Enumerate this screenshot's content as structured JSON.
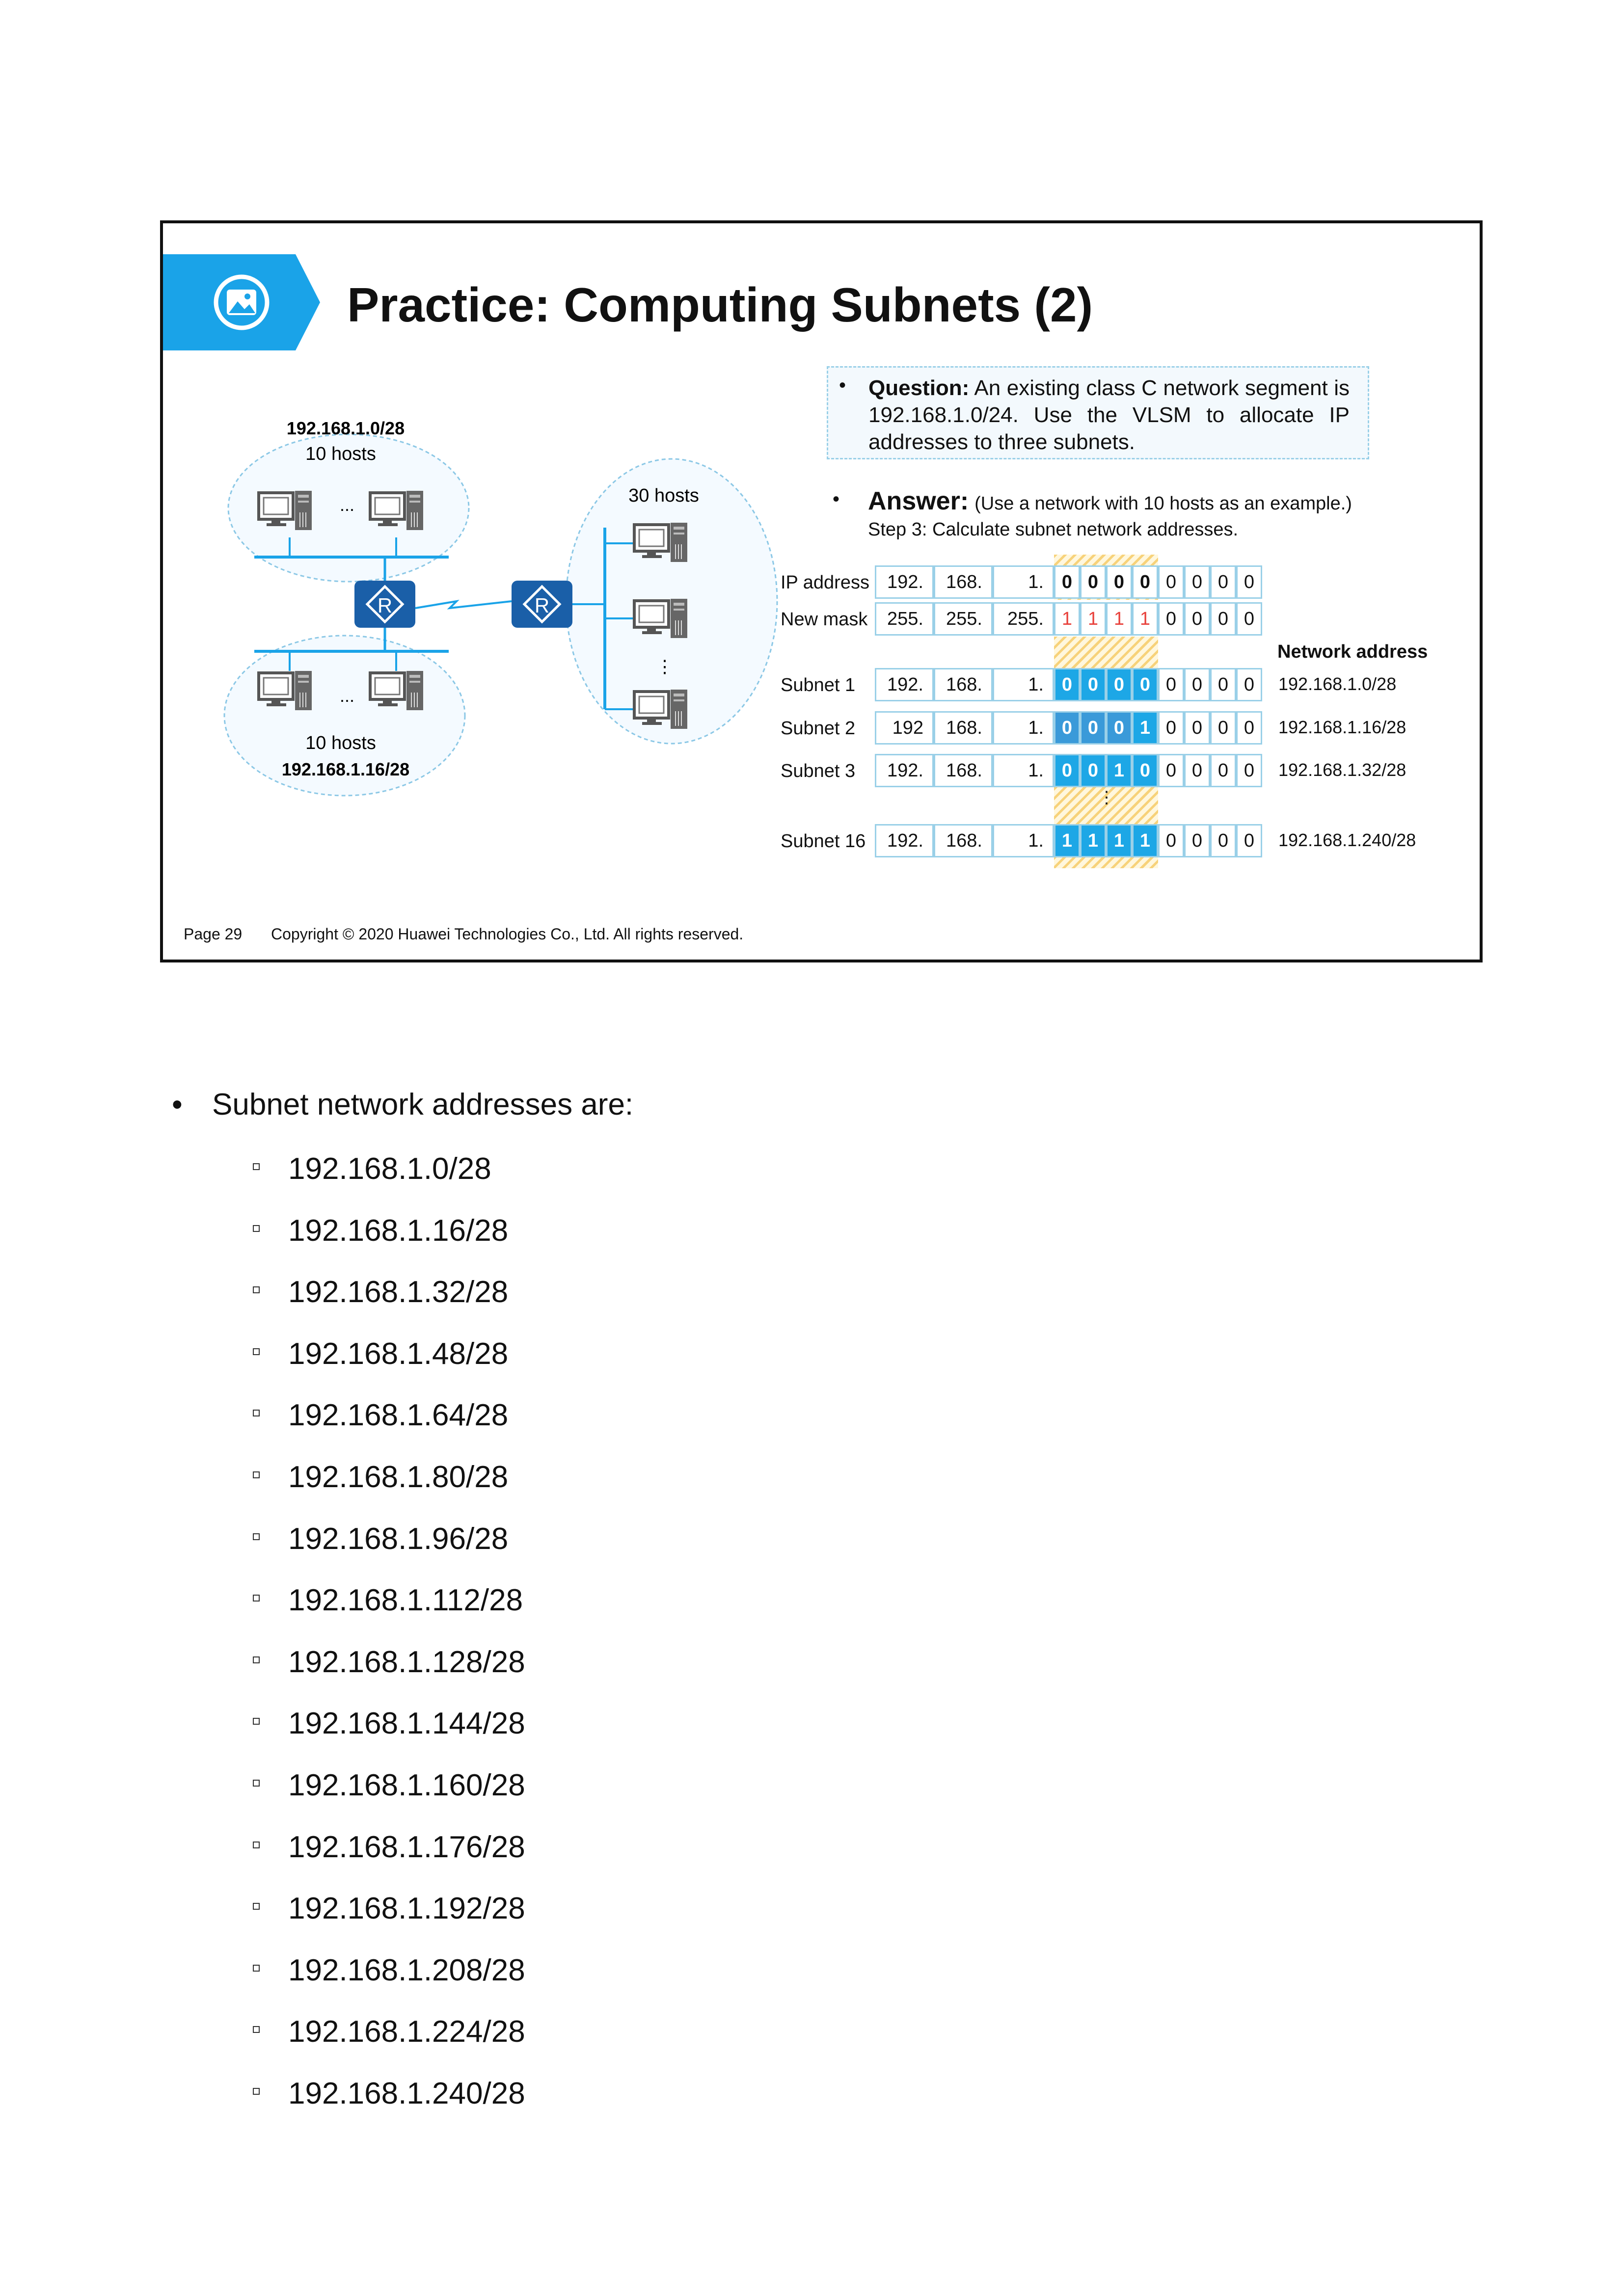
{
  "slide": {
    "title": "Practice: Computing Subnets (2)",
    "question_label": "Question:",
    "question_text": "An existing class C network segment is 192.168.1.0/24. Use the VLSM to allocate IP addresses to three subnets.",
    "answer_label": "Answer:",
    "answer_note": "(Use a network with 10 hosts as an example.)",
    "step": "Step 3: Calculate subnet network addresses.",
    "diagram": {
      "top_net": "192.168.1.0/28",
      "top_hosts": "10 hosts",
      "bottom_net": "192.168.1.16/28",
      "bottom_hosts": "10 hosts",
      "right_hosts": "30 hosts",
      "ellipsis": "...",
      "vdots": "⋮",
      "router_label": "R"
    },
    "table": {
      "network_address_header": "Network address",
      "vdots": "⋮",
      "rows": [
        {
          "label": "IP address",
          "o1": "192.",
          "o2": "168.",
          "o3": "1.",
          "bits": [
            "0",
            "0",
            "0",
            "0",
            "0",
            "0",
            "0",
            "0"
          ],
          "net": ""
        },
        {
          "label": "New mask",
          "o1": "255.",
          "o2": "255.",
          "o3": "255.",
          "bits": [
            "1",
            "1",
            "1",
            "1",
            "0",
            "0",
            "0",
            "0"
          ],
          "net": ""
        },
        {
          "label": "Subnet 1",
          "o1": "192.",
          "o2": "168.",
          "o3": "1.",
          "bits": [
            "0",
            "0",
            "0",
            "0",
            "0",
            "0",
            "0",
            "0"
          ],
          "net": "192.168.1.0/28"
        },
        {
          "label": "Subnet 2",
          "o1": "192",
          "o2": "168.",
          "o3": "1.",
          "bits": [
            "0",
            "0",
            "0",
            "1",
            "0",
            "0",
            "0",
            "0"
          ],
          "net": "192.168.1.16/28"
        },
        {
          "label": "Subnet 3",
          "o1": "192.",
          "o2": "168.",
          "o3": "1.",
          "bits": [
            "0",
            "0",
            "1",
            "0",
            "0",
            "0",
            "0",
            "0"
          ],
          "net": "192.168.1.32/28"
        },
        {
          "label": "Subnet 16",
          "o1": "192.",
          "o2": "168.",
          "o3": "1.",
          "bits": [
            "1",
            "1",
            "1",
            "1",
            "0",
            "0",
            "0",
            "0"
          ],
          "net": "192.168.1.240/28"
        }
      ]
    },
    "footer_page": "Page 29",
    "footer_copyright": "Copyright © 2020 Huawei Technologies Co., Ltd. All rights reserved.",
    "colors": {
      "accent": "#1aa3e8",
      "router": "#1a5fa8",
      "mask_red": "#e8413b",
      "subnet_blue": "#1da7e6",
      "border": "#9ad0e8"
    }
  },
  "notes": {
    "bullet": "•",
    "title": "Subnet network addresses are:",
    "items": [
      "192.168.1.0/28",
      "192.168.1.16/28",
      "192.168.1.32/28",
      "192.168.1.48/28",
      "192.168.1.64/28",
      "192.168.1.80/28",
      "192.168.1.96/28",
      "192.168.1.112/28",
      "192.168.1.128/28",
      "192.168.1.144/28",
      "192.168.1.160/28",
      "192.168.1.176/28",
      "192.168.1.192/28",
      "192.168.1.208/28",
      "192.168.1.224/28",
      "192.168.1.240/28"
    ]
  }
}
